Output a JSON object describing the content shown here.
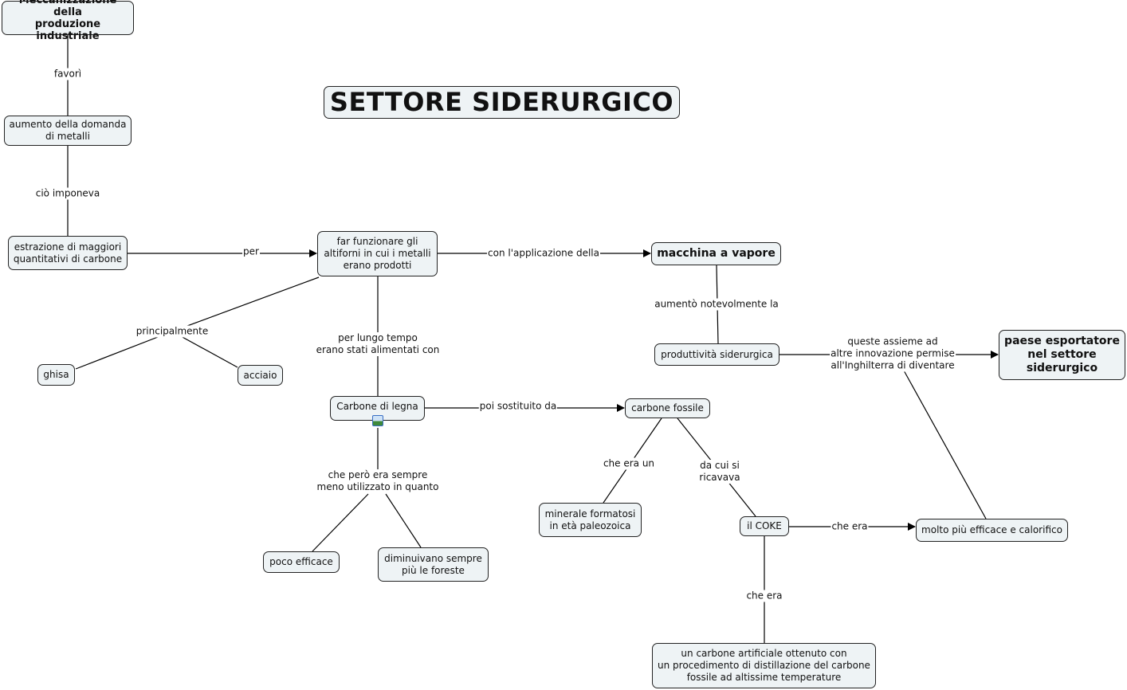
{
  "title": "SETTORE SIDERURGICO",
  "nodes": {
    "meccanizzazione": "Meccanizzazione della\nproduzione industriale",
    "aumento": "aumento della domanda\ndi metalli",
    "estrazione": "estrazione di maggiori\nquantitativi di carbone",
    "far_funzionare": "far funzionare gli\naltiforni in cui i metalli\nerano prodotti",
    "macchina": "macchina a vapore",
    "produttivita": "produttività siderurgica",
    "paese": "paese esportatore\nnel settore\nsiderurgico",
    "ghisa": "ghisa",
    "acciaio": "acciaio",
    "carbone_legna": "Carbone di legna",
    "carbone_fossile": "carbone fossile",
    "minerale": "minerale formatosi\nin età paleozoica",
    "coke": "il COKE",
    "molto_piu": "molto più efficace e calorifico",
    "poco_efficace": "poco efficace",
    "diminuivano": "diminuivano sempre\npiù le foreste",
    "carbone_artificiale": "un carbone artificiale ottenuto con\nun procedimento di distillazione del carbone\nfossile ad altissime temperature"
  },
  "links": {
    "favori": "favorì",
    "cio_imponeva": "ciò imponeva",
    "per": "per",
    "con_applicazione": "con l'applicazione della",
    "aumento_notevolmente": "aumentò notevolmente la",
    "principalmente": "principalmente",
    "per_lungo_tempo": "per lungo tempo\nerano stati alimentati con",
    "queste_assieme": "queste assieme ad\naltre innovazione permise\nall'Inghilterra di diventare",
    "poi_sostituito": "poi sostituito da",
    "che_pero": "che però era sempre\nmeno utilizzato in quanto",
    "che_era_un": "che era un",
    "da_cui": "da cui si\nricavava",
    "che_era_1": "che era",
    "che_era_2": "che era"
  }
}
